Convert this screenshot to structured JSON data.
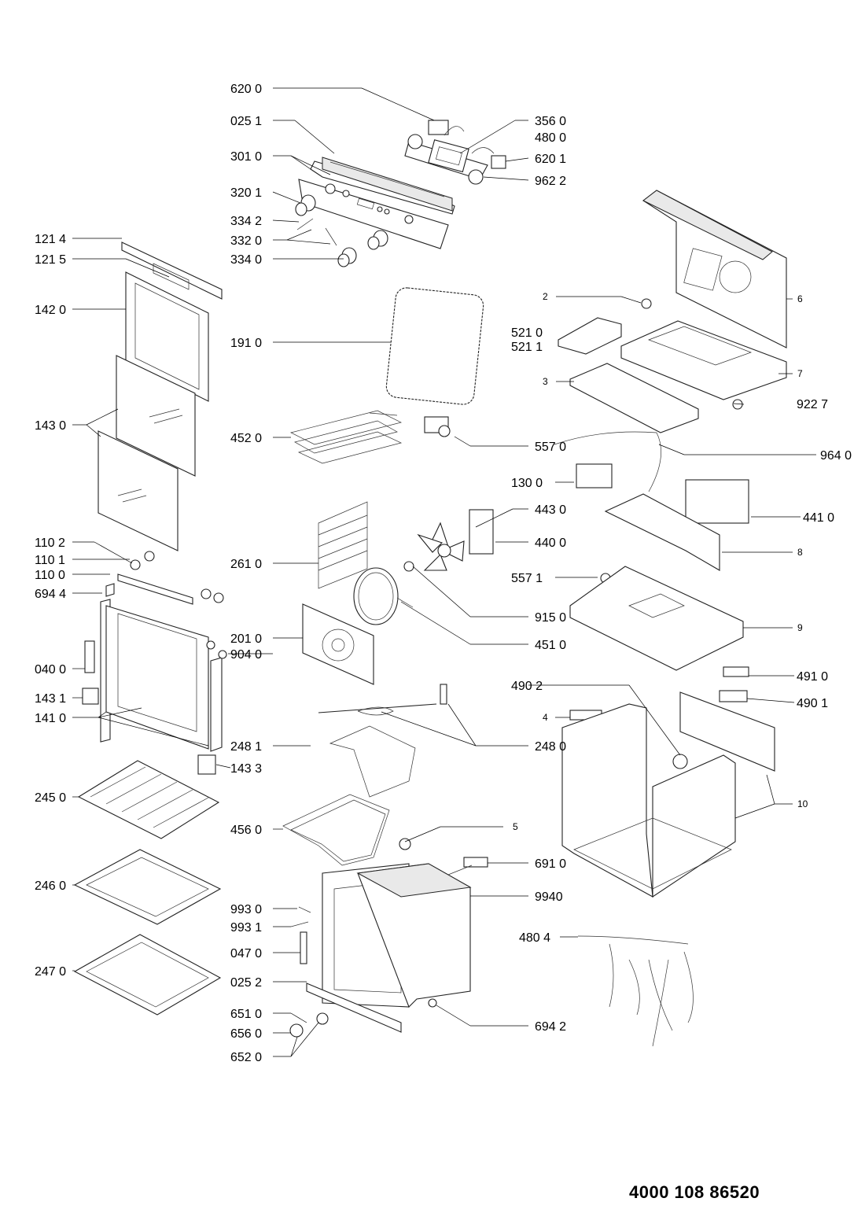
{
  "document_code": "4000 108 86520",
  "labels": {
    "l6200": "620 0",
    "l0251": "025 1",
    "l3010": "301 0",
    "l3201": "320 1",
    "l3342": "334 2",
    "l3320": "332 0",
    "l3340": "334 0",
    "l3560": "356 0",
    "l4800": "480 0",
    "l6201": "620 1",
    "l9622": "962 2",
    "l1214": "121 4",
    "l1215": "121 5",
    "l1420": "142 0",
    "l1430": "143 0",
    "l1910": "191 0",
    "l4520": "452 0",
    "l5570": "557 0",
    "l9640": "964 0",
    "l1300": "130 0",
    "l4410": "441 0",
    "l4430": "443 0",
    "l4400": "440 0",
    "l5571": "557 1",
    "l2610": "261 0",
    "l9150": "915 0",
    "l1102": "110 2",
    "l1101": "110 1",
    "l1100": "110 0",
    "l6944": "694 4",
    "l2010": "201 0",
    "l9040": "904 0",
    "l4510": "451 0",
    "l0400": "040 0",
    "l1431": "143 1",
    "l1410": "141 0",
    "l4902": "490 2",
    "l4910": "491 0",
    "l4901": "490 1",
    "l2481": "248 1",
    "l2480": "248 0",
    "l1433": "143 3",
    "l2450": "245 0",
    "l4560": "456 0",
    "l6910": "691 0",
    "l9940": "9940",
    "l2460": "246 0",
    "l9930": "993 0",
    "l9931": "993 1",
    "l0470": "047 0",
    "l2470": "247 0",
    "l0252": "025 2",
    "l4804": "480 4",
    "l6510": "651 0",
    "l6560": "656 0",
    "l6520": "652 0",
    "l6942": "694 2",
    "l9227": "922 7",
    "l5210": "521 0",
    "l5211": "521 1"
  },
  "small_labels": {
    "s2": "2",
    "s3": "3",
    "s4": "4",
    "s5": "5",
    "s6": "6",
    "s7": "7",
    "s8": "8",
    "s9": "9",
    "s10": "10"
  }
}
